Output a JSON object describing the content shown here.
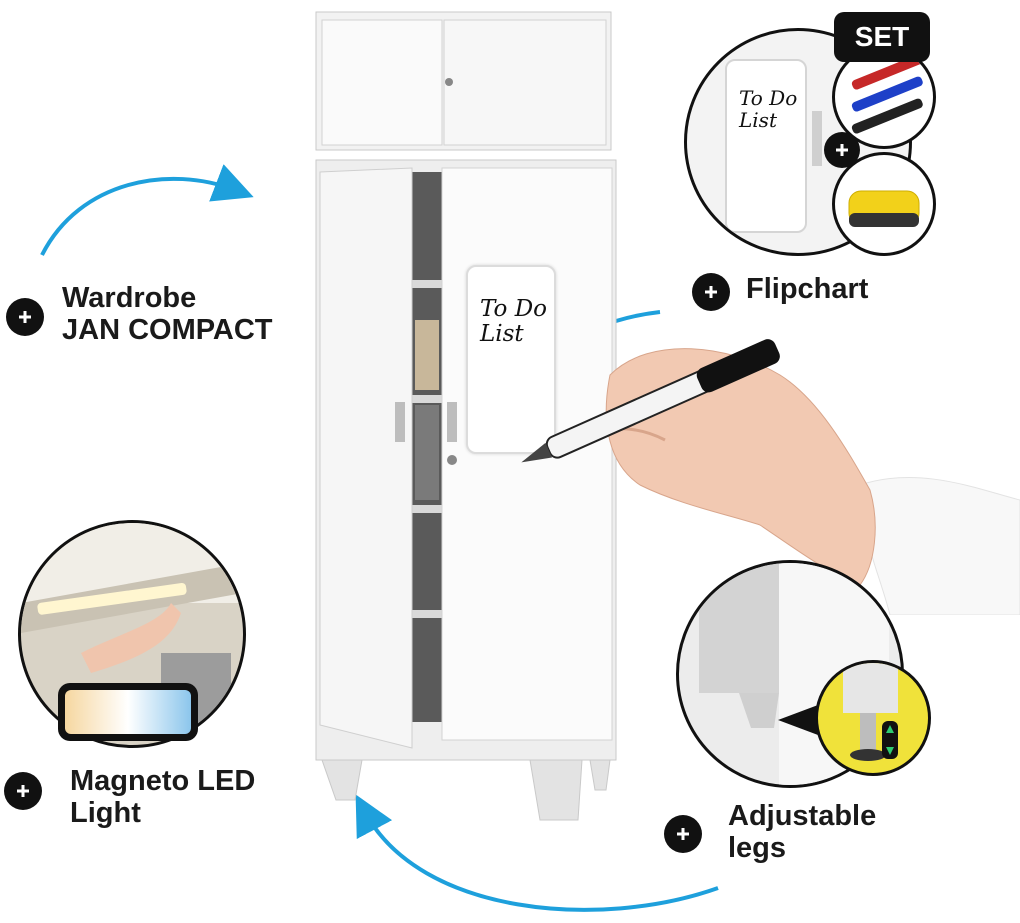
{
  "features": {
    "wardrobe": {
      "line1": "Wardrobe",
      "line2": "JAN COMPACT"
    },
    "flipchart": {
      "label": "Flipchart"
    },
    "led": {
      "line1": "Magneto LED",
      "line2": "Light"
    },
    "legs": {
      "line1": "Adjustable",
      "line2": "legs"
    }
  },
  "whiteboard": {
    "line1": "To Do",
    "line2": "List"
  },
  "inset_whiteboard": {
    "line1": "To Do",
    "line2": "List"
  },
  "set_badge": "SET",
  "colors": {
    "arrow": "#1ea0dc",
    "badge": "#111111",
    "cabinet": "#f0f0f0"
  }
}
